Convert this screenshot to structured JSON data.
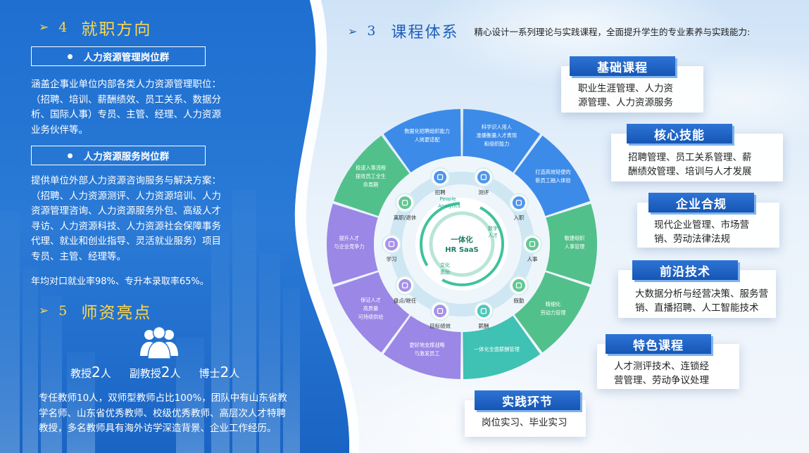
{
  "left": {
    "section4": {
      "arrow": "➢",
      "num": "4",
      "title": "就职方向"
    },
    "job1": {
      "label": "人力资源管理岗位群"
    },
    "job1_desc": [
      "涵盖企事业单位内部各类人力资源管理职位：",
      "（招聘、培训、薪酬绩效、员工关系、数据分",
      "析、国际人事）专员、主管、经理、人力资源",
      "业务伙伴等。"
    ],
    "job2": {
      "label": "人力资源服务岗位群"
    },
    "job2_desc": [
      "提供单位外部人力资源咨询服务与解决方案：",
      "（招聘、人力资源测评、人力资源培训、人力",
      "资源管理咨询、人力资源服务外包、高级人才",
      "寻访、人力资源科技、人力资源社会保障事务",
      "代理、就业和创业指导、灵活就业服务）项目",
      "专员、主管、经理等。"
    ],
    "employment_rate": "年均对口就业率98%、专升本录取率65%。",
    "section5": {
      "arrow": "➢",
      "num": "5",
      "title": "师资亮点"
    },
    "counts": [
      {
        "label": "教授",
        "num": "2",
        "unit": "人"
      },
      {
        "label": "副教授",
        "num": "2",
        "unit": "人"
      },
      {
        "label": "博士",
        "num": "2",
        "unit": "人"
      }
    ],
    "faculty_desc": [
      "专任教师10人，双师型教师占比100%，团队中有山东省教",
      "学名师、山东省优秀教师、校级优秀教师、高层次人才特聘",
      "教授，多名教师具有海外访学深造背景、企业工作经历。"
    ]
  },
  "right": {
    "section3": {
      "arrow": "➢",
      "num": "3",
      "title": "课程体系",
      "subtitle": "精心设计一系列理论与实践课程，全面提升学生的专业素养与实践能力:"
    },
    "cards": [
      {
        "tag": "基础课程",
        "lines": [
          "职业生涯管理、人力资",
          "源管理、人力资源服务"
        ]
      },
      {
        "tag": "核心技能",
        "lines": [
          "招聘管理、员工关系管理、薪",
          "酬绩效管理、培训与人才发展"
        ]
      },
      {
        "tag": "企业合规",
        "lines": [
          "现代企业管理、市场营",
          "销、劳动法律法规"
        ]
      },
      {
        "tag": "前沿技术",
        "lines": [
          "大数据分析与经营决策、服务营",
          "销、直播招聘、人工智能技术"
        ]
      },
      {
        "tag": "特色课程",
        "lines": [
          "人才测评技术、连锁经",
          "营管理、劳动争议处理"
        ]
      },
      {
        "tag": "实践环节",
        "lines": [
          "岗位实习、毕业实习"
        ]
      }
    ],
    "colors": {
      "accent": "#1f5fb8",
      "gold": "#ffd84a",
      "blue_seg": "#3d8be8",
      "green_seg": "#52c08a",
      "purple_seg": "#9b87e6",
      "teal_seg": "#3fc1b4"
    }
  },
  "wheel": {
    "outer_segments": [
      {
        "lines": [
          "数据化招聘组织能力",
          "人岗更适配"
        ],
        "color": "#3d8be8"
      },
      {
        "lines": [
          "科学识人用人",
          "准确衡量人才表现",
          "和组织能力"
        ],
        "color": "#3d8be8"
      },
      {
        "lines": [
          "打造高效轻便的",
          "新员工融入体验"
        ],
        "color": "#3d8be8"
      },
      {
        "lines": [
          "敏捷组织",
          "人事管理"
        ],
        "color": "#52c08a"
      },
      {
        "lines": [
          "精细化",
          "劳动力管理"
        ],
        "color": "#52c08a"
      },
      {
        "lines": [
          "一体化全面薪酬管理"
        ],
        "color": "#3fc1b4"
      },
      {
        "lines": [
          "更好地支撑战略",
          "与激发员工"
        ],
        "color": "#9b87e6"
      },
      {
        "lines": [
          "保证人才",
          "高质量",
          "可持续供给"
        ],
        "color": "#9b87e6"
      },
      {
        "lines": [
          "提升人才",
          "与企业竞争力"
        ],
        "color": "#9b87e6"
      },
      {
        "lines": [
          "极速入事流程",
          "提效员工全生",
          "命周期"
        ],
        "color": "#52c08a"
      }
    ],
    "nodes": [
      {
        "label": "招聘",
        "icon": "recruit-icon"
      },
      {
        "label": "测评",
        "icon": "assessment-icon"
      },
      {
        "label": "入职",
        "icon": "onboard-icon"
      },
      {
        "label": "人事",
        "icon": "hr-icon"
      },
      {
        "label": "假勤",
        "icon": "attendance-icon"
      },
      {
        "label": "薪酬",
        "icon": "salary-icon"
      },
      {
        "label": "目标绩效",
        "icon": "performance-icon"
      },
      {
        "label": "盘点/继任",
        "icon": "succession-icon"
      },
      {
        "label": "学习",
        "icon": "learning-icon"
      },
      {
        "label": "离职/退休",
        "icon": "offboard-icon"
      }
    ],
    "center": {
      "line1": "一体化",
      "line2": "HR SaaS"
    },
    "inner_labels": {
      "people": "People",
      "analytics": "Analytics",
      "digital1": "数字",
      "digital2": "人才",
      "culture1": "文化",
      "culture2": "激励"
    }
  }
}
